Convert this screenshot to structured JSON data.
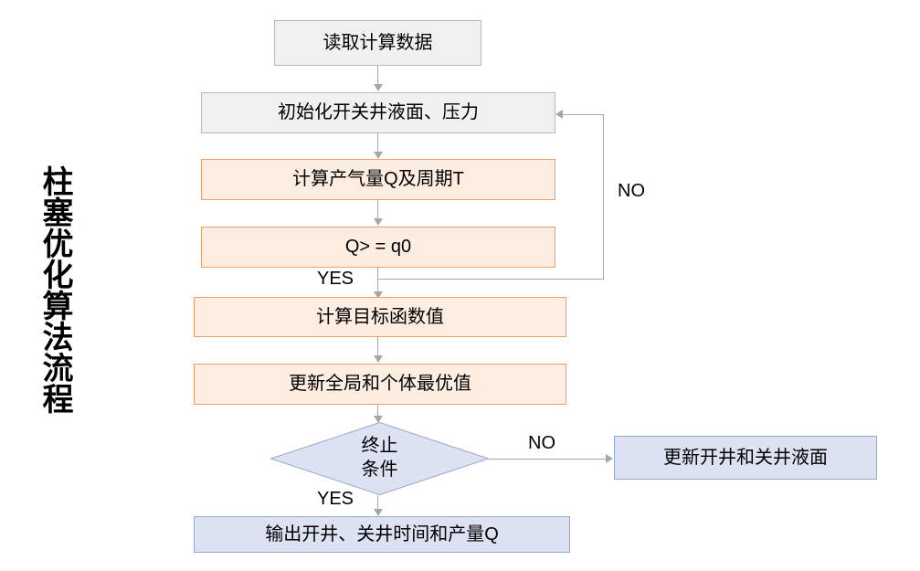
{
  "diagram": {
    "vertical_title": "柱塞优化算法流程",
    "nodes": {
      "read_data": "读取计算数据",
      "init": "初始化开关井液面、压力",
      "calc_q": "计算产气量Q及周期T",
      "compare_q": "Q> = q0",
      "calc_objective": "计算目标函数值",
      "update_best": "更新全局和个体最优值",
      "terminate_line1": "终止",
      "terminate_line2": "条件",
      "update_levels": "更新开井和关井液面",
      "output": "输出开井、关井时间和产量Q"
    },
    "edge_labels": {
      "yes_compare": "YES",
      "no_compare": "NO",
      "no_terminate": "NO",
      "yes_terminate": "YES"
    },
    "colors": {
      "gray_fill": "#f0f0f0",
      "gray_border": "#b9b9b9",
      "orange_fill": "#fdece0",
      "orange_border": "#e8a06a",
      "blue_fill": "#dde2f2",
      "blue_border": "#9aa7cf",
      "connector": "#a6a6a6",
      "text": "#000000",
      "background": "#ffffff"
    }
  }
}
